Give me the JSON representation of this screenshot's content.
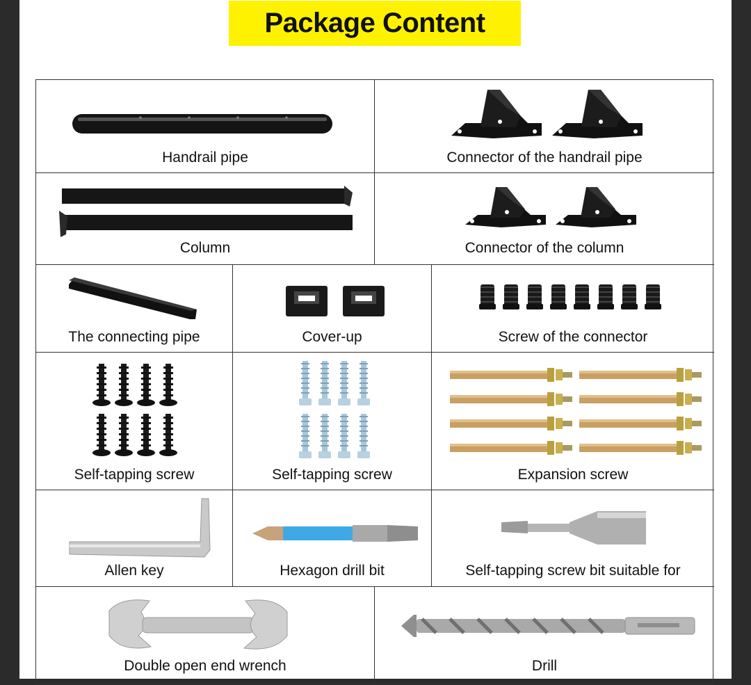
{
  "title": "Package Content",
  "items": [
    {
      "label": "Handrail pipe"
    },
    {
      "label": "Connector of the handrail pipe"
    },
    {
      "label": "Column"
    },
    {
      "label": "Connector of the column"
    },
    {
      "label": "The connecting pipe"
    },
    {
      "label": "Cover-up"
    },
    {
      "label": "Screw of the connector"
    },
    {
      "label": "Self-tapping screw"
    },
    {
      "label": "Self-tapping screw"
    },
    {
      "label": "Expansion screw"
    },
    {
      "label": "Allen key"
    },
    {
      "label": "Hexagon drill bit"
    },
    {
      "label": "Self-tapping screw bit suitable for"
    },
    {
      "label": "Double open end wrench"
    },
    {
      "label": "Drill"
    }
  ]
}
